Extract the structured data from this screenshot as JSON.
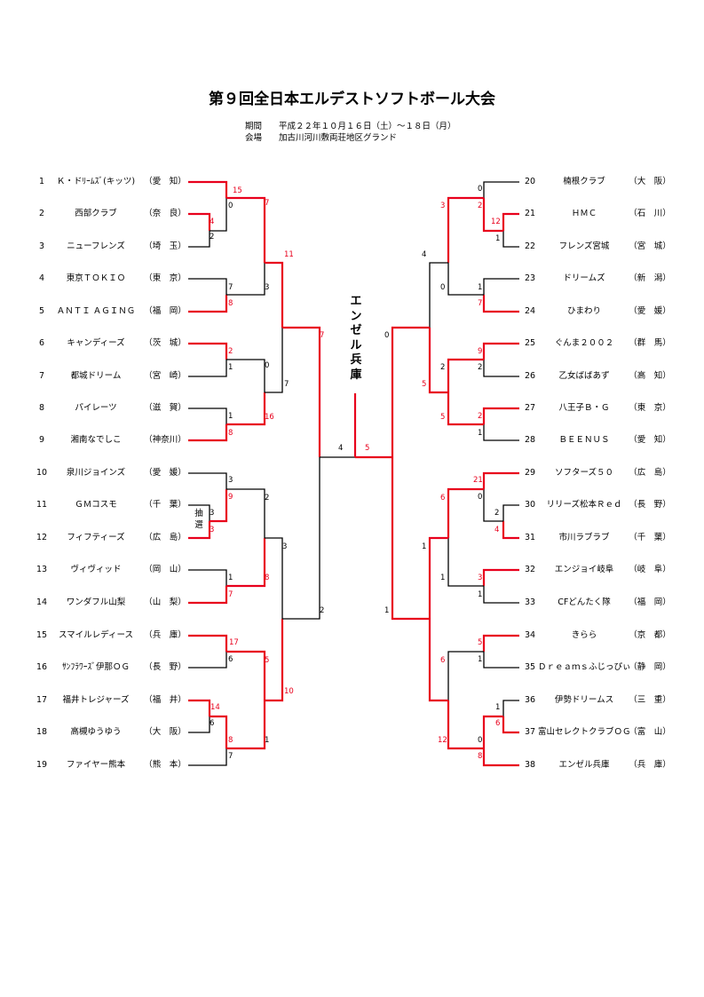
{
  "title": "第９回全日本エルデストソフトボール大会",
  "period_label": "期間",
  "period_value": "平成２２年１０月１６日（土）～１８日（月）",
  "venue_label": "会場",
  "venue_value": "加古川河川敷両荘地区グランド",
  "champion": [
    "エ",
    "ン",
    "ゼ",
    "ル",
    "兵",
    "庫"
  ],
  "lottery": [
    "抽",
    "選"
  ],
  "left_teams": [
    {
      "no": "1",
      "name": "Ｋ・ドﾘｰﾑｽﾞ(キッツ)",
      "pref": "（愛　知）"
    },
    {
      "no": "2",
      "name": "西部クラブ",
      "pref": "（奈　良）"
    },
    {
      "no": "3",
      "name": "ニューフレンズ",
      "pref": "（埼　玉）"
    },
    {
      "no": "4",
      "name": "東京ＴＯＫＩＯ",
      "pref": "（東　京）"
    },
    {
      "no": "5",
      "name": "ＡＮＴＩ ＡＧＩＮＧ",
      "pref": "（福　岡）"
    },
    {
      "no": "6",
      "name": "キャンディーズ",
      "pref": "（茨　城）"
    },
    {
      "no": "7",
      "name": "都城ドリーム",
      "pref": "（宮　崎）"
    },
    {
      "no": "8",
      "name": "パイレーツ",
      "pref": "（滋　賀）"
    },
    {
      "no": "9",
      "name": "湘南なでしこ",
      "pref": "（神奈川）"
    },
    {
      "no": "10",
      "name": "泉川ジョインズ",
      "pref": "（愛　媛）"
    },
    {
      "no": "11",
      "name": "ＧＭコスモ",
      "pref": "（千　葉）"
    },
    {
      "no": "12",
      "name": "フィフティーズ",
      "pref": "（広　島）"
    },
    {
      "no": "13",
      "name": "ヴィヴィッド",
      "pref": "（岡　山）"
    },
    {
      "no": "14",
      "name": "ワンダフル山梨",
      "pref": "（山　梨）"
    },
    {
      "no": "15",
      "name": "スマイルレディース",
      "pref": "（兵　庫）"
    },
    {
      "no": "16",
      "name": "ｻﾝﾌﾗﾜｰｽﾞ伊那ＯＧ",
      "pref": "（長　野）"
    },
    {
      "no": "17",
      "name": "福井トレジャーズ",
      "pref": "（福　井）"
    },
    {
      "no": "18",
      "name": "高槻ゆうゆう",
      "pref": "（大　阪）"
    },
    {
      "no": "19",
      "name": "ファイヤー熊本",
      "pref": "（熊　本）"
    }
  ],
  "right_teams": [
    {
      "no": "20",
      "name": "楠根クラブ",
      "pref": "（大　阪）"
    },
    {
      "no": "21",
      "name": "ＨＭＣ",
      "pref": "（石　川）"
    },
    {
      "no": "22",
      "name": "フレンズ宮城",
      "pref": "（宮　城）"
    },
    {
      "no": "23",
      "name": "ドリームズ",
      "pref": "（新　潟）"
    },
    {
      "no": "24",
      "name": "ひまわり",
      "pref": "（愛　媛）"
    },
    {
      "no": "25",
      "name": "ぐんま２００２",
      "pref": "（群　馬）"
    },
    {
      "no": "26",
      "name": "乙女ばばあず",
      "pref": "（高　知）"
    },
    {
      "no": "27",
      "name": "八王子Ｂ・Ｇ",
      "pref": "（東　京）"
    },
    {
      "no": "28",
      "name": "ＢＥＥＮＵＳ",
      "pref": "（愛　知）"
    },
    {
      "no": "29",
      "name": "ソフターズ５０",
      "pref": "（広　島）"
    },
    {
      "no": "30",
      "name": "リリーズ松本Ｒｅｄ",
      "pref": "（長　野）"
    },
    {
      "no": "31",
      "name": "市川ラブラブ",
      "pref": "（千　葉）"
    },
    {
      "no": "32",
      "name": "エンジョイ岐阜",
      "pref": "（岐　阜）"
    },
    {
      "no": "33",
      "name": "CFどんたく隊",
      "pref": "（福　岡）"
    },
    {
      "no": "34",
      "name": "きらら",
      "pref": "（京　都）"
    },
    {
      "no": "35",
      "name": "Ｄｒｅａｍｓふじっぴぃ",
      "pref": "（静　岡）"
    },
    {
      "no": "36",
      "name": "伊勢ドリームス",
      "pref": "（三　重）"
    },
    {
      "no": "37",
      "name": "富山セレクトクラブＯＧ",
      "pref": "（富　山）"
    },
    {
      "no": "38",
      "name": "エンゼル兵庫",
      "pref": "（兵　庫）"
    }
  ],
  "scores": [
    {
      "v": "15",
      "c": "red"
    },
    {
      "v": "0",
      "c": "black"
    },
    {
      "v": "4",
      "c": "red"
    },
    {
      "v": "2",
      "c": "black"
    },
    {
      "v": "7",
      "c": "black"
    },
    {
      "v": "8",
      "c": "red"
    },
    {
      "v": "2",
      "c": "red"
    },
    {
      "v": "1",
      "c": "black"
    },
    {
      "v": "1",
      "c": "black"
    },
    {
      "v": "8",
      "c": "red"
    },
    {
      "v": "3",
      "c": "black"
    },
    {
      "v": "9",
      "c": "red"
    },
    {
      "v": "3",
      "c": "black"
    },
    {
      "v": "3",
      "c": "red"
    },
    {
      "v": "1",
      "c": "black"
    },
    {
      "v": "7",
      "c": "red"
    },
    {
      "v": "17",
      "c": "red"
    },
    {
      "v": "6",
      "c": "black"
    },
    {
      "v": "14",
      "c": "red"
    },
    {
      "v": "6",
      "c": "black"
    },
    {
      "v": "8",
      "c": "red"
    },
    {
      "v": "7",
      "c": "black"
    },
    {
      "v": "7",
      "c": "red"
    },
    {
      "v": "3",
      "c": "black"
    },
    {
      "v": "0",
      "c": "black"
    },
    {
      "v": "16",
      "c": "red"
    },
    {
      "v": "2",
      "c": "black"
    },
    {
      "v": "8",
      "c": "red"
    },
    {
      "v": "5",
      "c": "red"
    },
    {
      "v": "1",
      "c": "black"
    },
    {
      "v": "11",
      "c": "red"
    },
    {
      "v": "7",
      "c": "black"
    },
    {
      "v": "3",
      "c": "black"
    },
    {
      "v": "10",
      "c": "red"
    },
    {
      "v": "7",
      "c": "red"
    },
    {
      "v": "2",
      "c": "black"
    },
    {
      "v": "4",
      "c": "black"
    },
    {
      "v": "5",
      "c": "red"
    },
    {
      "v": "0",
      "c": "black"
    },
    {
      "v": "2",
      "c": "red"
    },
    {
      "v": "12",
      "c": "red"
    },
    {
      "v": "1",
      "c": "black"
    },
    {
      "v": "1",
      "c": "black"
    },
    {
      "v": "7",
      "c": "red"
    },
    {
      "v": "9",
      "c": "red"
    },
    {
      "v": "2",
      "c": "black"
    },
    {
      "v": "2",
      "c": "red"
    },
    {
      "v": "1",
      "c": "black"
    },
    {
      "v": "21",
      "c": "red"
    },
    {
      "v": "0",
      "c": "black"
    },
    {
      "v": "2",
      "c": "black"
    },
    {
      "v": "4",
      "c": "red"
    },
    {
      "v": "3",
      "c": "red"
    },
    {
      "v": "1",
      "c": "black"
    },
    {
      "v": "5",
      "c": "red"
    },
    {
      "v": "1",
      "c": "black"
    },
    {
      "v": "1",
      "c": "black"
    },
    {
      "v": "6",
      "c": "red"
    },
    {
      "v": "0",
      "c": "black"
    },
    {
      "v": "8",
      "c": "red"
    },
    {
      "v": "3",
      "c": "red"
    },
    {
      "v": "4",
      "c": "black"
    },
    {
      "v": "0",
      "c": "black"
    },
    {
      "v": "5",
      "c": "red"
    },
    {
      "v": "2",
      "c": "black"
    },
    {
      "v": "5",
      "c": "red"
    },
    {
      "v": "6",
      "c": "red"
    },
    {
      "v": "1",
      "c": "black"
    },
    {
      "v": "1",
      "c": "black"
    },
    {
      "v": "6",
      "c": "red"
    },
    {
      "v": "12",
      "c": "red"
    },
    {
      "v": "0",
      "c": "black"
    },
    {
      "v": "1",
      "c": "black"
    }
  ],
  "colors": {
    "winner_line": "#e8001c",
    "loser_line": "#000000"
  }
}
